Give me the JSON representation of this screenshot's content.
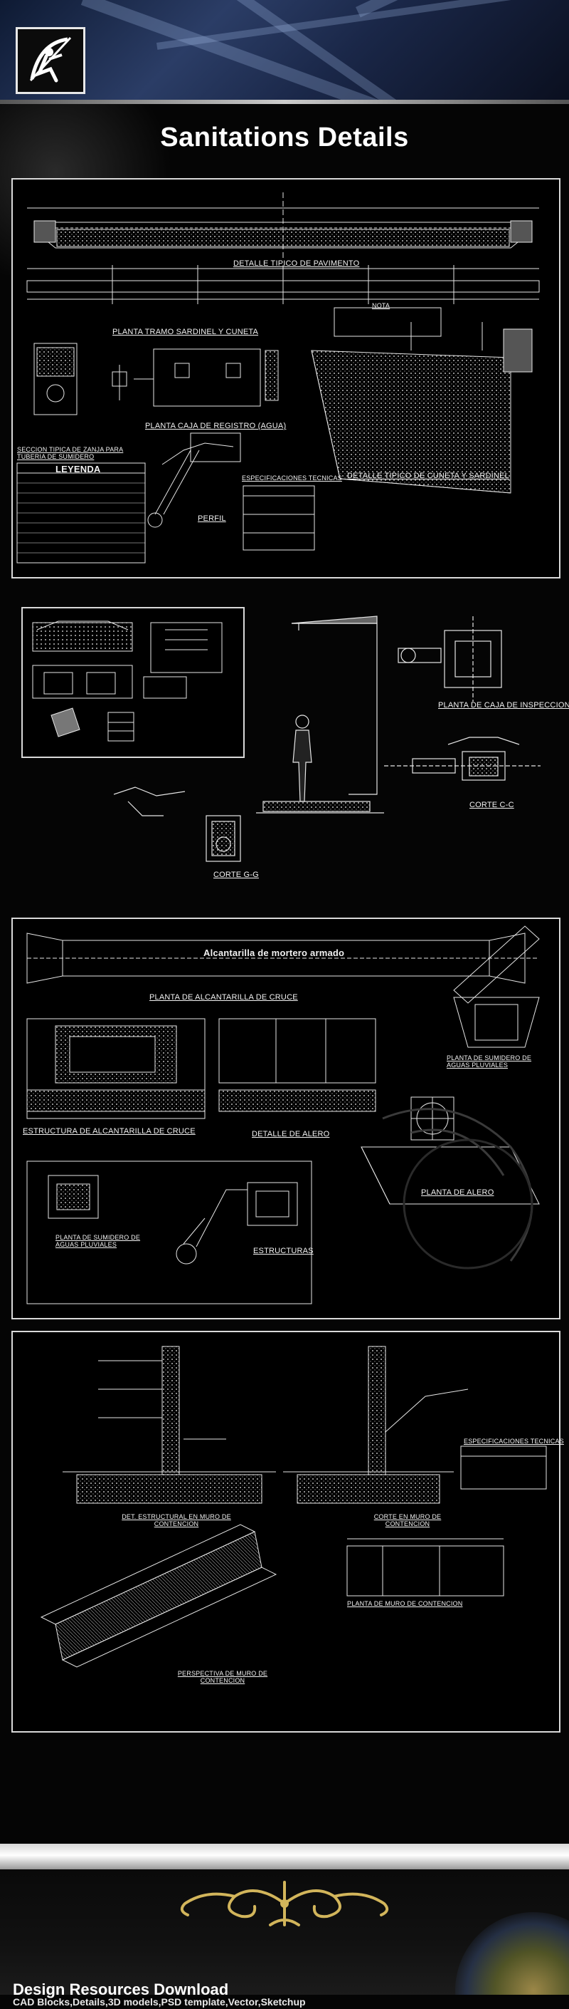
{
  "header": {
    "title": "Sanitations Details",
    "logo_icon": "archer-logo-icon"
  },
  "panel1": {
    "labels": {
      "detalle_pavimento": "DETALLE TIPICO DE PAVIMENTO",
      "planta_sardinel": "PLANTA TRAMO SARDINEL Y CUNETA",
      "nota": "NOTA",
      "planta_caja": "PLANTA CAJA DE REGISTRO (AGUA)",
      "seccion_zanja": "SECCION TIPICA DE ZANJA PARA TUBERIA DE SUMIDERO",
      "leyenda": "LEYENDA",
      "especificaciones": "ESPECIFICACIONES TECNICAS",
      "perfil": "PERFIL",
      "detalle_cuneta": "DETALLE TIPICO DE CUNETA Y SARDINEL"
    }
  },
  "panel2": {
    "labels": {
      "planta_inspeccion": "PLANTA DE CAJA DE INSPECCION",
      "corte_cc": "CORTE C-C",
      "corte_gg": "CORTE G-G"
    }
  },
  "panel3": {
    "labels": {
      "alcantarilla_title": "Alcantarilla de mortero armado",
      "planta_alcantarilla": "PLANTA DE ALCANTARILLA DE CRUCE",
      "planta_sumidero": "PLANTA DE SUMIDERO DE AGUAS PLUVIALES",
      "estructura_alcantarilla": "ESTRUCTURA DE ALCANTARILLA DE CRUCE",
      "detalle_alero": "DETALLE DE ALERO",
      "planta_alero": "PLANTA DE ALERO",
      "planta_sumidero_2": "PLANTA DE SUMIDERO DE AGUAS PLUVIALES",
      "estructuras": "ESTRUCTURAS"
    }
  },
  "panel4": {
    "labels": {
      "especificaciones": "ESPECIFICACIONES TECNICAS",
      "det_estructural": "DET. ESTRUCTURAL EN MURO DE CONTENCION",
      "corte_muro": "CORTE EN MURO DE CONTENCION",
      "planta_muro": "PLANTA DE MURO DE CONTENCION",
      "perspectiva": "PERSPECTIVA DE MURO DE CONTENCION"
    }
  },
  "footer": {
    "title": "Design Resources Download",
    "subtitle": "CAD Blocks,Details,3D models,PSD template,Vector,Sketchup",
    "ornament_icon": "gold-flourish-icon"
  },
  "colors": {
    "background": "#050505",
    "line": "#e6e6e6",
    "accent_gold": "#d2b55b",
    "header_blue": "#2b3d66"
  }
}
